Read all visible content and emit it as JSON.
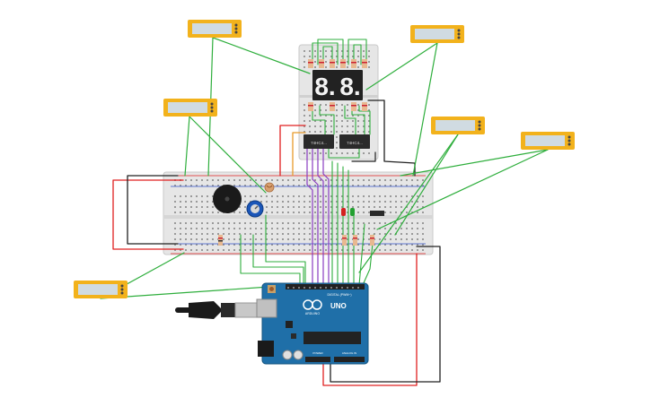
{
  "canvas": {
    "background": "#ffffff"
  },
  "colors": {
    "wire_green": "#2eae3c",
    "wire_red": "#e02020",
    "wire_black": "#202020",
    "wire_purple": "#8a3cc2",
    "wire_orange": "#e89a2a",
    "breadboard": "#e6e6e6",
    "arduino": "#1f6fa8",
    "sensor_frame": "#f2b21c",
    "sensor_face": "#d0dbe2",
    "seg_display": "#222222",
    "seg_lit": "#f4f4f4"
  },
  "components": {
    "seven_segment": {
      "digits": [
        "8.",
        "8."
      ]
    },
    "ic_left": {
      "label": "74HC4..."
    },
    "ic_right": {
      "label": "74HC4..."
    },
    "arduino": {
      "brand": "ARDUINO",
      "model": "UNO",
      "header_label": "DIGITAL (PWM~)",
      "power_label": "POWER",
      "analog_label": "ANALOG IN"
    },
    "sensors": [
      {
        "id": "sensor-top-left"
      },
      {
        "id": "sensor-mid-left"
      },
      {
        "id": "sensor-bottom-left"
      },
      {
        "id": "sensor-top-right"
      },
      {
        "id": "sensor-mid-right"
      },
      {
        "id": "sensor-far-right"
      }
    ]
  }
}
